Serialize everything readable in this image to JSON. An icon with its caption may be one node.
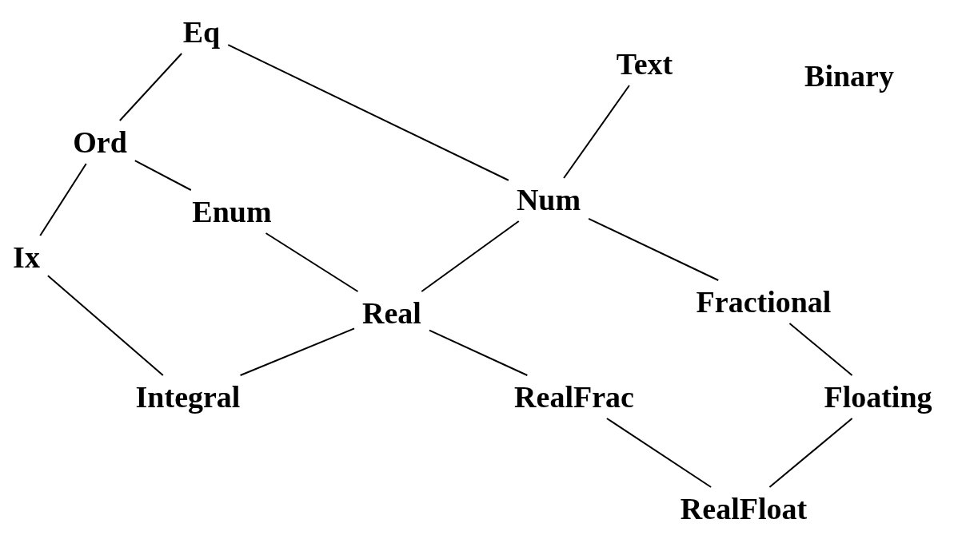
{
  "diagram": {
    "nodes": [
      {
        "text": [
          "Eq"
        ]
      },
      {
        "text": [
          "Text"
        ]
      },
      {
        "text": [
          "Binary"
        ]
      },
      {
        "text": [
          "Ord"
        ]
      },
      {
        "text": [
          "Enum"
        ]
      },
      {
        "text": [
          "Num"
        ]
      },
      {
        "text": [
          "Ix"
        ]
      },
      {
        "text": [
          "Real"
        ]
      },
      {
        "text": [
          "Fractional"
        ]
      },
      {
        "text": [
          "Integral"
        ]
      },
      {
        "text": [
          "RealFrac"
        ]
      },
      {
        "text": [
          "Floating"
        ]
      },
      {
        "text": [
          "RealFloat"
        ]
      }
    ],
    "edges": [
      {
        "from": 0,
        "to": 3,
        "arrow": "none"
      },
      {
        "from": 0,
        "to": 5,
        "arrow": "none"
      },
      {
        "from": 1,
        "to": 5,
        "arrow": "none"
      },
      {
        "from": 3,
        "to": 6,
        "arrow": "none"
      },
      {
        "from": 3,
        "to": 4,
        "arrow": "none"
      },
      {
        "from": 4,
        "to": 7,
        "arrow": "none"
      },
      {
        "from": 5,
        "to": 7,
        "arrow": "none"
      },
      {
        "from": 5,
        "to": 8,
        "arrow": "none"
      },
      {
        "from": 6,
        "to": 9,
        "arrow": "none"
      },
      {
        "from": 7,
        "to": 9,
        "arrow": "none"
      },
      {
        "from": 7,
        "to": 10,
        "arrow": "none"
      },
      {
        "from": 8,
        "to": 11,
        "arrow": "none"
      },
      {
        "from": 10,
        "to": 12,
        "arrow": "none"
      },
      {
        "from": 11,
        "to": 12,
        "arrow": "none"
      }
    ]
  }
}
